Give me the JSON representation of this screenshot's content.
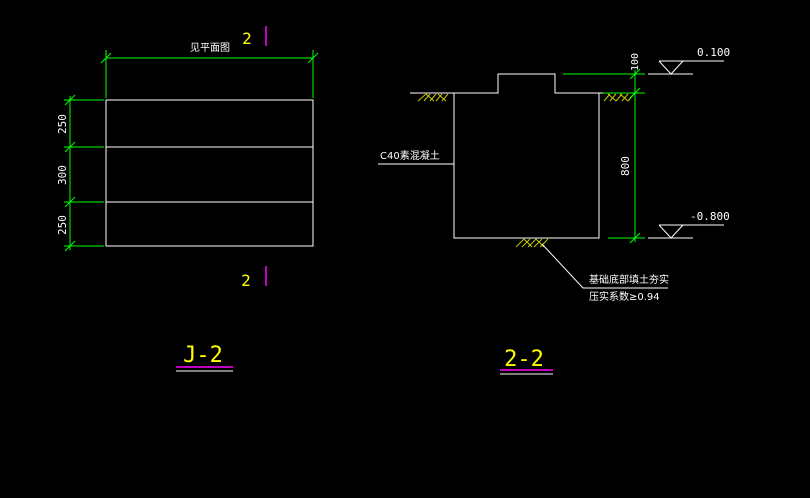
{
  "colors": {
    "background": "#000000",
    "outline": "#ffffff",
    "dimension": "#00ff00",
    "section_mark": "#ff00ff",
    "section_number": "#ffff00",
    "soil_hatch": "#c8c800",
    "text": "#ffffff",
    "title_text": "#ffff00"
  },
  "plan": {
    "top_dimension": "见平面图",
    "section_number_top": "2",
    "section_number_bottom": "2",
    "dims": [
      "250",
      "300",
      "250"
    ],
    "title": "J-2"
  },
  "section": {
    "concrete_note": "C40素混凝土",
    "dim_top": "100",
    "dim_height": "800",
    "elev_top": "0.100",
    "elev_bottom": "-0.800",
    "soil_note_line1": "基础底部填土夯实",
    "soil_note_line2": "压实系数≥0.94",
    "title": "2-2"
  }
}
